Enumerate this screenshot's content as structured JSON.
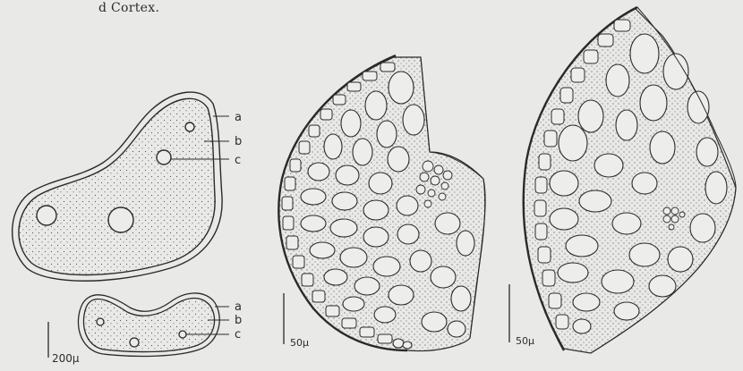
{
  "caption": "d  Cortex.",
  "outline_figure": {
    "labels": {
      "a": "a",
      "b": "b",
      "c": "c"
    }
  },
  "small_outline_figure": {
    "labels": {
      "a": "a",
      "b": "b",
      "c": "c"
    }
  },
  "scale_bars": {
    "outline": "200µ",
    "section_middle": "50µ",
    "section_right": "50µ"
  },
  "colors": {
    "background": "#e9e9e7",
    "ink": "#2a2a2a"
  }
}
